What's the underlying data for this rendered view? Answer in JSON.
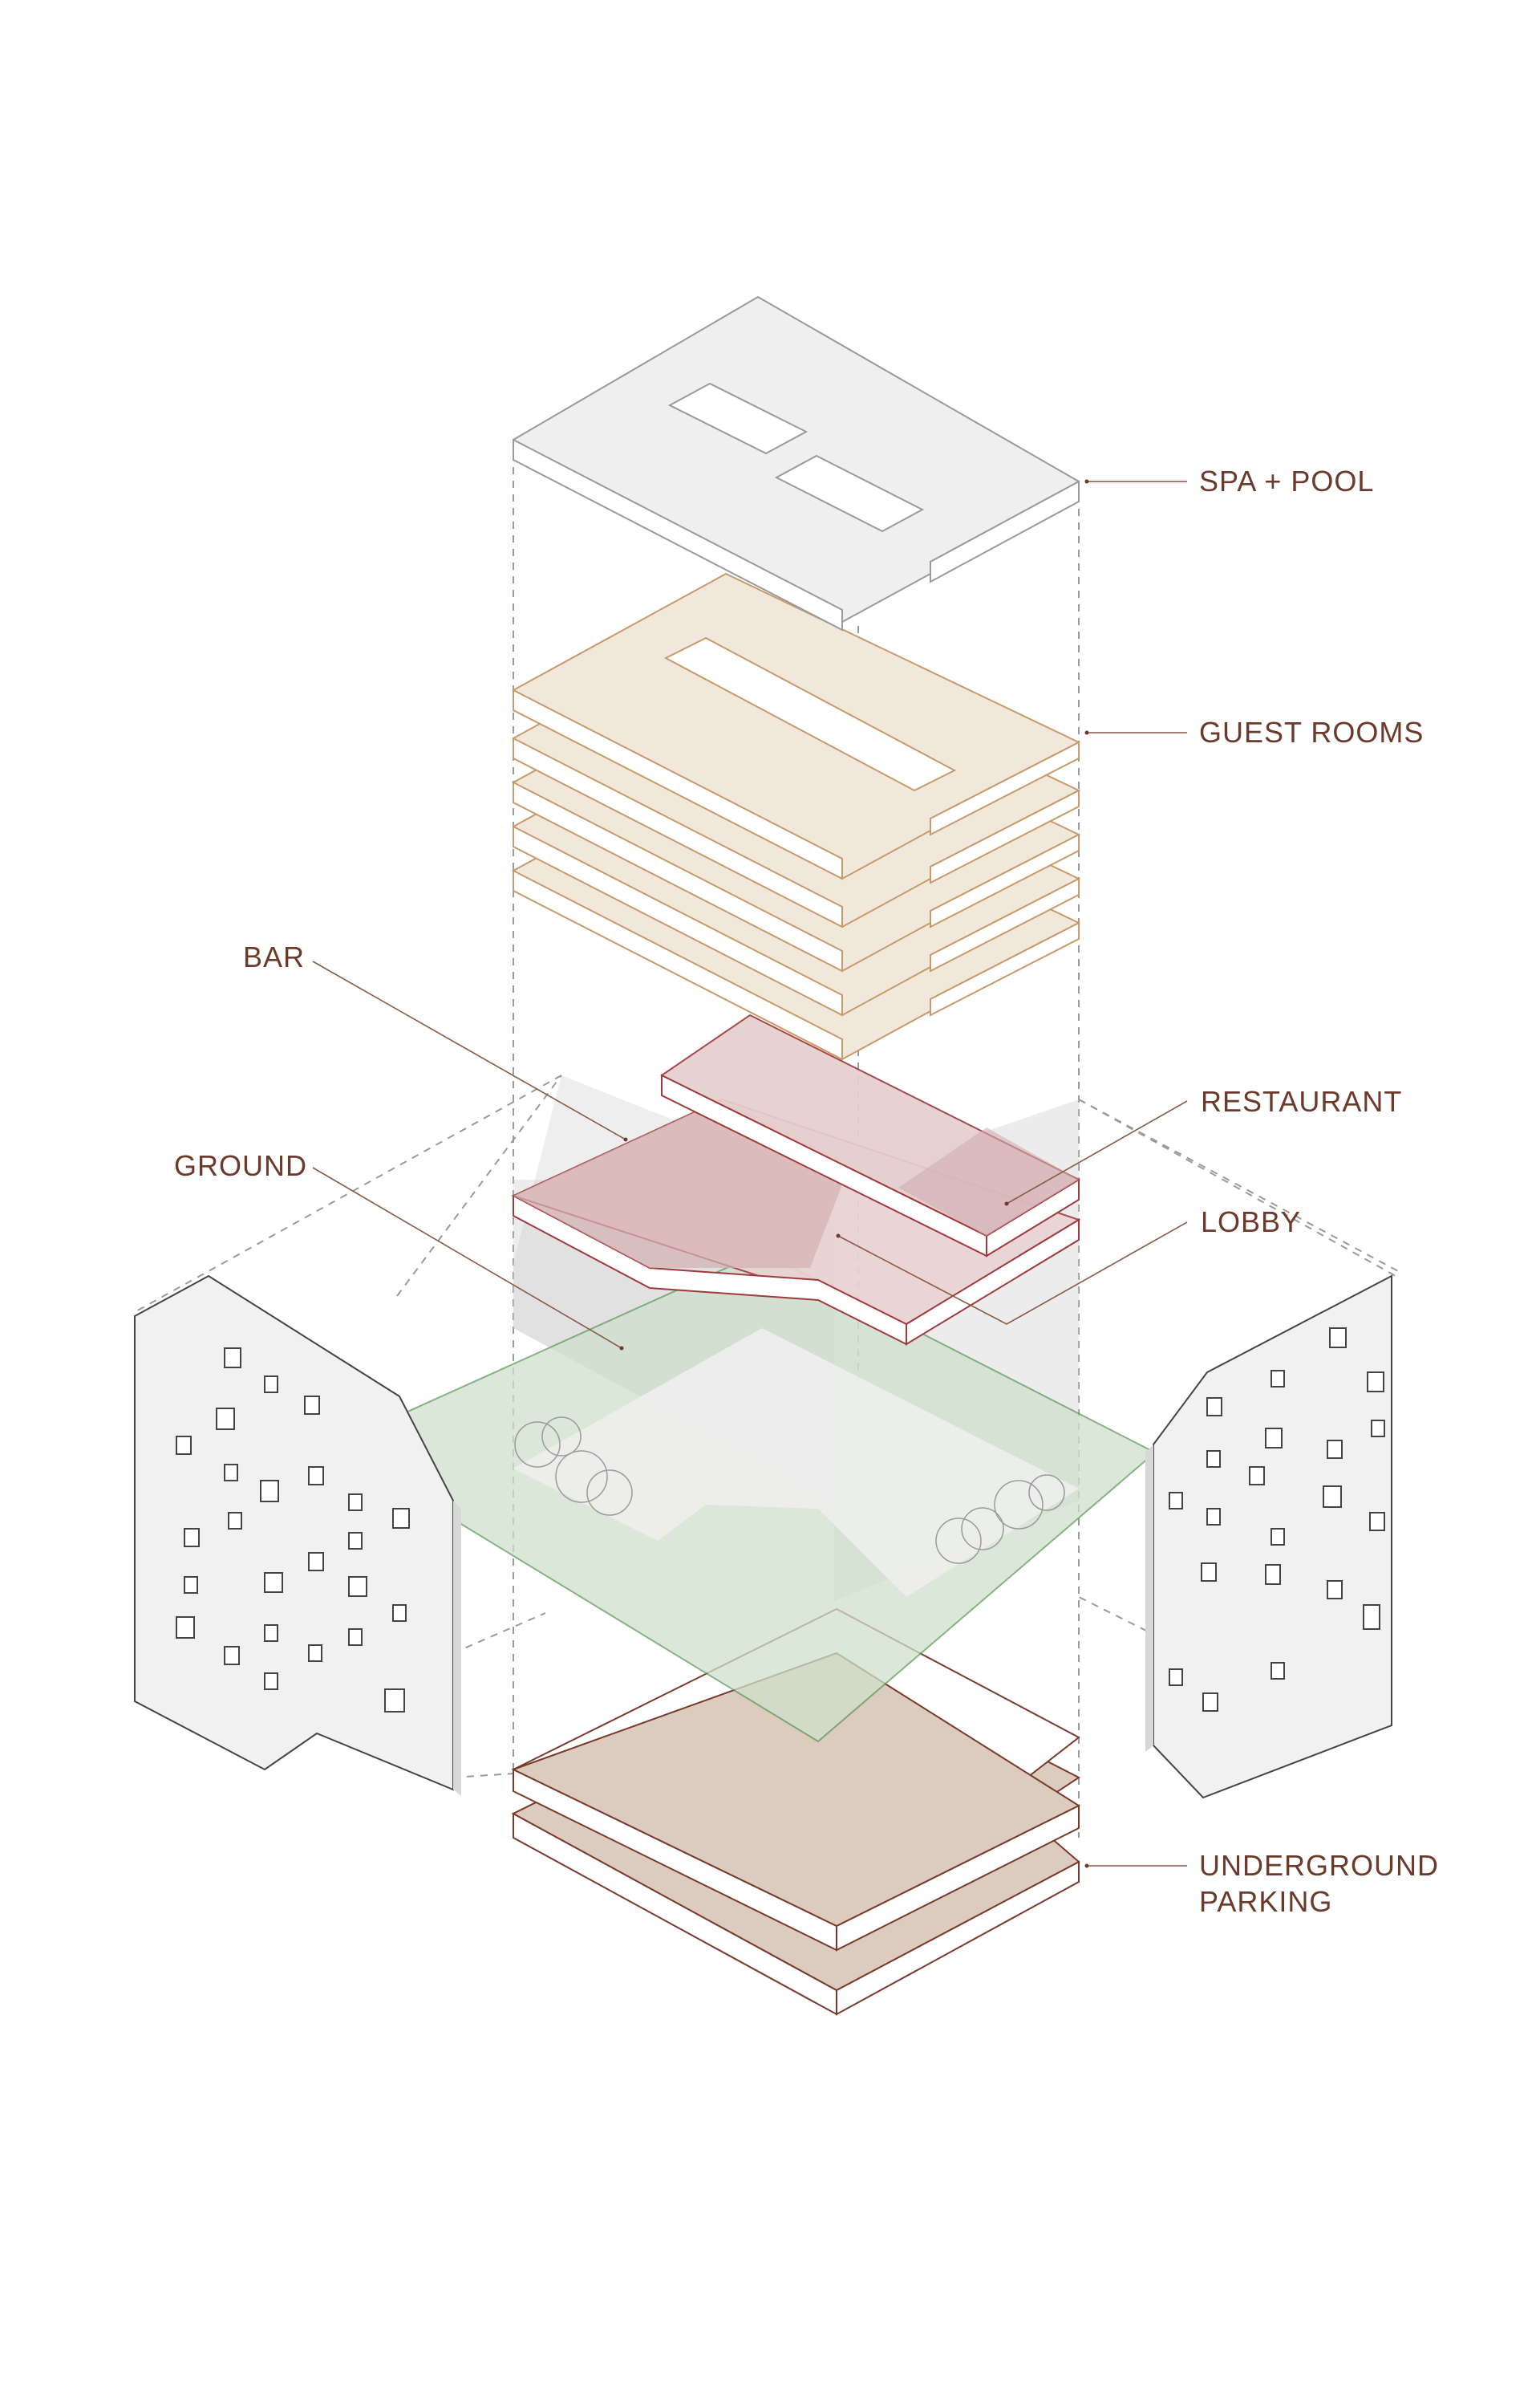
{
  "labels": {
    "spa_pool": "SPA + POOL",
    "guest_rooms": "GUEST ROOMS",
    "bar": "BAR",
    "restaurant": "RESTAURANT",
    "ground": "GROUND",
    "lobby": "LOBBY",
    "underground_line1": "UNDERGROUND",
    "underground_line2": "PARKING"
  },
  "colors": {
    "spa_pool_fill": "#efefef",
    "guest_rooms_fill": "#f1e8dc",
    "guest_rooms_stroke": "#c89a6a",
    "restaurant_fill": "#e6cfcf",
    "restaurant_stroke": "#a03a3a",
    "ground_fill": "#cfe0cc",
    "ground_stroke": "#5f9a5a",
    "parking_fill": "#dccbbf",
    "parking_stroke": "#7a3a2a",
    "label_text": "#6b3a2a",
    "facade_fill": "#f1f1f1"
  }
}
